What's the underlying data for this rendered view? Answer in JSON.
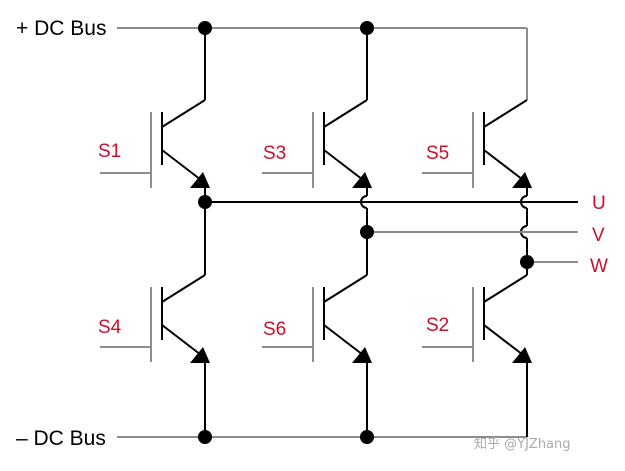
{
  "bus": {
    "positive": "+ DC Bus",
    "negative": "– DC Bus"
  },
  "switches": [
    "S1",
    "S3",
    "S5",
    "S4",
    "S6",
    "S2"
  ],
  "phases": [
    "U",
    "V",
    "W"
  ],
  "watermark": "知乎 @YJZhang",
  "colors": {
    "wire_black": "#000000",
    "wire_gray": "#8c8c8c",
    "label_red": "#c8102e",
    "watermark": "#aaaaaa"
  }
}
